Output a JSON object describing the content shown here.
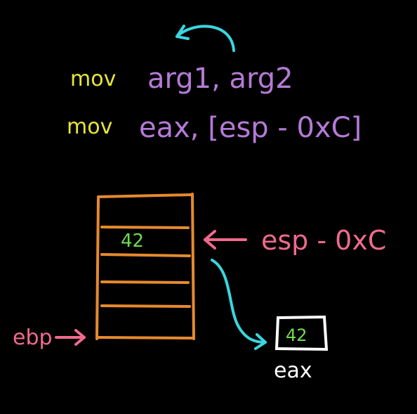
{
  "colors": {
    "background": "#000000",
    "mnemonic": "#e6e63a",
    "operand": "#b57ad6",
    "stack": "#e68a2e",
    "pointer_label": "#f06a8c",
    "value": "#6fdc4e",
    "arrow_cyan": "#3ad6e0",
    "register_box": "#ffffff"
  },
  "code": {
    "line1": {
      "mnemonic": "mov",
      "operands": "arg1, arg2"
    },
    "line2": {
      "mnemonic": "mov",
      "operands": "eax, [esp - 0xC]"
    }
  },
  "stack": {
    "slot_value": "42"
  },
  "labels": {
    "esp_offset": "esp - 0xC",
    "ebp": "ebp",
    "register_name": "eax",
    "register_value": "42"
  },
  "icons": {
    "operand_swap_arrow": "curved-arrow-left-icon",
    "esp_pointer": "arrow-left-icon",
    "ebp_pointer": "arrow-right-icon",
    "load_arrow": "curved-arrow-down-right-icon"
  }
}
